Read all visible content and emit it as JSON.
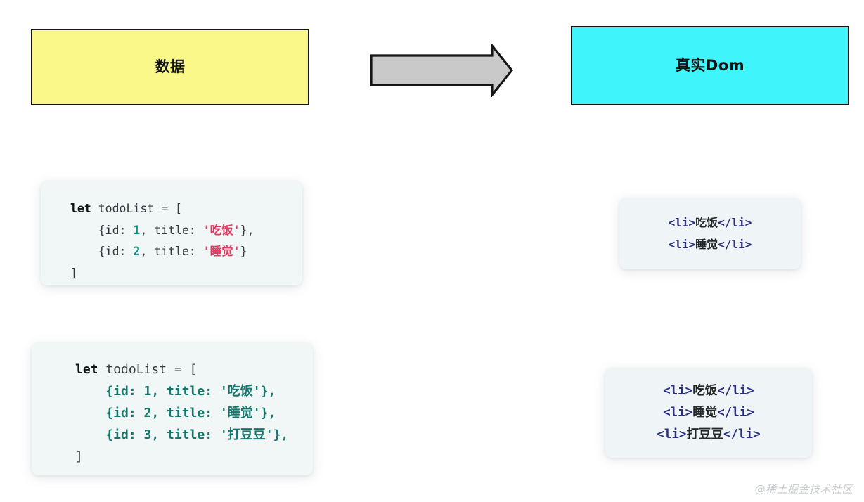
{
  "page": {
    "background_color": "#ffffff",
    "watermark": "@稀土掘金技术社区"
  },
  "diagram": {
    "source_box": {
      "label": "数据",
      "fill_color": "#faf888",
      "border_color": "#141414"
    },
    "target_box": {
      "label": "真实Dom",
      "fill_color": "#3ff4fb",
      "border_color": "#141414"
    },
    "arrow": {
      "name": "right-arrow",
      "direction": "right",
      "fill_color": "#c9c9c9",
      "border_color": "#141414"
    }
  },
  "code_blocks": [
    {
      "id": "code-1",
      "lines": [
        {
          "segments": [
            {
              "text": "let",
              "token": "kw"
            },
            {
              "text": " todoList = [",
              "token": "plain"
            }
          ]
        },
        {
          "segments": [
            {
              "text": "    {id: ",
              "token": "plain"
            },
            {
              "text": "1",
              "token": "num"
            },
            {
              "text": ", title: ",
              "token": "plain"
            },
            {
              "text": "'吃饭'",
              "token": "str"
            },
            {
              "text": "},",
              "token": "plain"
            }
          ]
        },
        {
          "segments": [
            {
              "text": "    {id: ",
              "token": "plain"
            },
            {
              "text": "2",
              "token": "num"
            },
            {
              "text": ", title: ",
              "token": "plain"
            },
            {
              "text": "'睡觉'",
              "token": "str"
            },
            {
              "text": "}",
              "token": "plain"
            }
          ]
        },
        {
          "segments": [
            {
              "text": "]",
              "token": "plain"
            }
          ]
        }
      ]
    },
    {
      "id": "code-2",
      "lines": [
        {
          "segments": [
            {
              "text": "let",
              "token": "kw"
            },
            {
              "text": " todoList = [",
              "token": "plain"
            }
          ]
        },
        {
          "segments": [
            {
              "text": "    {id: 1, title: '吃饭'},",
              "token": "teal"
            }
          ]
        },
        {
          "segments": [
            {
              "text": "    {id: 2, title: '睡觉'},",
              "token": "teal"
            }
          ]
        },
        {
          "segments": [
            {
              "text": "    {id: 3, title: '打豆豆'},",
              "token": "teal"
            }
          ]
        },
        {
          "segments": [
            {
              "text": "]",
              "token": "plain"
            }
          ]
        }
      ]
    }
  ],
  "dom_blocks": [
    {
      "id": "dom-1",
      "items": [
        {
          "open_tag": "<li>",
          "text": "吃饭",
          "close_tag": "</li>"
        },
        {
          "open_tag": "<li>",
          "text": "睡觉",
          "close_tag": "</li>"
        }
      ]
    },
    {
      "id": "dom-2",
      "items": [
        {
          "open_tag": "<li>",
          "text": "吃饭",
          "close_tag": "</li>"
        },
        {
          "open_tag": "<li>",
          "text": "睡觉",
          "close_tag": "</li>"
        },
        {
          "open_tag": "<li>",
          "text": "打豆豆",
          "close_tag": "</li>"
        }
      ]
    }
  ],
  "colors": {
    "keyword": "#111417",
    "plain": "#33393c",
    "number": "#0f8f80",
    "string": "#e23a63",
    "teal": "#14786c",
    "tag": "#2b2f7e",
    "dom_text": "#24282b",
    "card_bg": "#f1f6f6",
    "watermark": "#c9ccce"
  }
}
